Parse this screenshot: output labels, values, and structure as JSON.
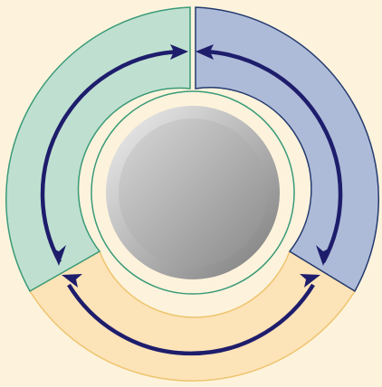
{
  "diagram": {
    "background_color": "#fdf3dc",
    "segments": [
      {
        "id": "green",
        "fill": "#bfe0d0",
        "stroke": "#3a9a78"
      },
      {
        "id": "blue",
        "fill": "#aebbd8",
        "stroke": "#233a6f"
      },
      {
        "id": "orange",
        "fill": "#fde3b8",
        "stroke": "#eec46e"
      }
    ],
    "cycle_arrow_color": "#1e1d6c",
    "hub_colors": {
      "outer_rim_light": "#f2f2f2",
      "outer_rim_dark": "#7a7a7a",
      "inner_light": "#d8d8d8",
      "inner_dark": "#8a8a8a"
    },
    "arrow_count": 6,
    "icons": [
      "cycle-arrow-icon",
      "center-disc-icon"
    ]
  }
}
